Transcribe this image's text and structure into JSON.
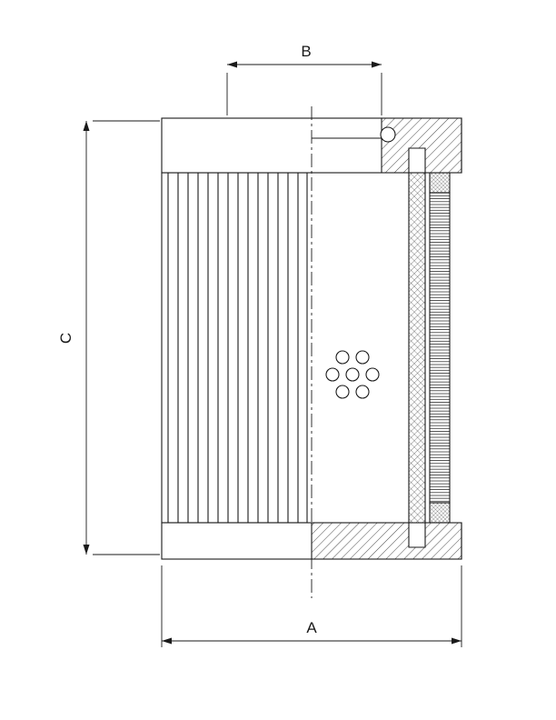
{
  "drawing": {
    "description": "Cross-section technical drawing of a cylindrical hydraulic filter element with pleated media, perforated core, support mesh and end caps",
    "labels": {
      "a": "A",
      "b": "B",
      "c": "C"
    },
    "colors": {
      "line": "#1a1a1a",
      "background": "#ffffff"
    }
  }
}
